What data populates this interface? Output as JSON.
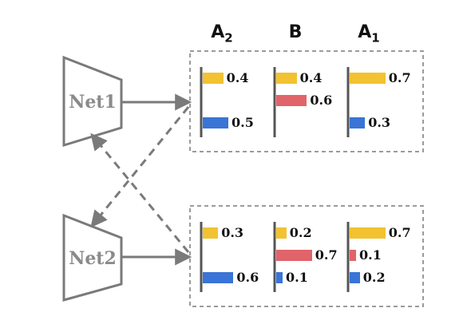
{
  "colors": {
    "accent_yellow": "#F2C230",
    "accent_red": "#E0646A",
    "accent_blue": "#3A74D6",
    "stroke_gray": "#7a7a7a"
  },
  "networks": [
    {
      "label": "Net1"
    },
    {
      "label": "Net2"
    }
  ],
  "column_headers": [
    {
      "base": "A",
      "sub": "2"
    },
    {
      "base": "B",
      "sub": ""
    },
    {
      "base": "A",
      "sub": "1"
    }
  ],
  "panels": [
    {
      "name": "top",
      "columns": [
        {
          "bars": [
            {
              "row": 0,
              "value": 0.4,
              "label": "0.4",
              "color": "#F2C230"
            },
            {
              "row": 2,
              "value": 0.5,
              "label": "0.5",
              "color": "#3A74D6"
            }
          ]
        },
        {
          "bars": [
            {
              "row": 0,
              "value": 0.4,
              "label": "0.4",
              "color": "#F2C230"
            },
            {
              "row": 1,
              "value": 0.6,
              "label": "0.6",
              "color": "#E0646A"
            }
          ]
        },
        {
          "bars": [
            {
              "row": 0,
              "value": 0.7,
              "label": "0.7",
              "color": "#F2C230"
            },
            {
              "row": 2,
              "value": 0.3,
              "label": "0.3",
              "color": "#3A74D6"
            }
          ]
        }
      ]
    },
    {
      "name": "bottom",
      "columns": [
        {
          "bars": [
            {
              "row": 0,
              "value": 0.3,
              "label": "0.3",
              "color": "#F2C230"
            },
            {
              "row": 2,
              "value": 0.6,
              "label": "0.6",
              "color": "#3A74D6"
            }
          ]
        },
        {
          "bars": [
            {
              "row": 0,
              "value": 0.2,
              "label": "0.2",
              "color": "#F2C230"
            },
            {
              "row": 1,
              "value": 0.7,
              "label": "0.7",
              "color": "#E0646A"
            },
            {
              "row": 2,
              "value": 0.1,
              "label": "0.1",
              "color": "#3A74D6"
            }
          ]
        },
        {
          "bars": [
            {
              "row": 0,
              "value": 0.7,
              "label": "0.7",
              "color": "#F2C230"
            },
            {
              "row": 1,
              "value": 0.1,
              "label": "0.1",
              "color": "#E0646A"
            },
            {
              "row": 2,
              "value": 0.2,
              "label": "0.2",
              "color": "#3A74D6"
            }
          ]
        }
      ]
    }
  ]
}
